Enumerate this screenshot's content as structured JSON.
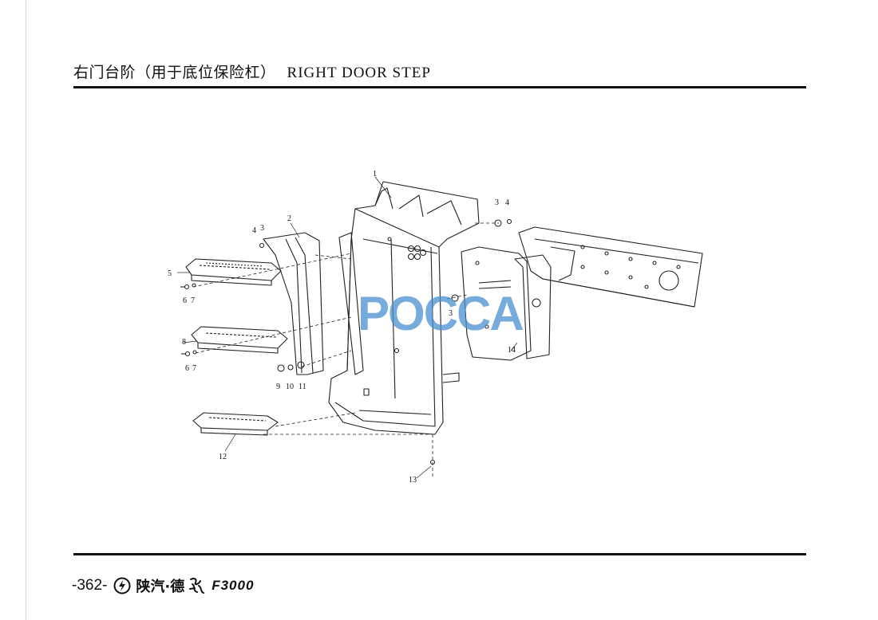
{
  "header": {
    "title_cn": "右门台阶（用于底位保险杠）",
    "title_en": "RIGHT DOOR STEP"
  },
  "diagram": {
    "callouts": [
      "1",
      "2",
      "3",
      "4",
      "4",
      "3",
      "5",
      "6",
      "7",
      "8",
      "6",
      "7",
      "9",
      "10",
      "11",
      "3",
      "12",
      "13",
      "14",
      "3"
    ],
    "watermark": "POCCA",
    "colors": {
      "watermark": "#4a8fd1",
      "line": "#222222"
    }
  },
  "footer": {
    "page": "-362-",
    "brand": "陕汽·德",
    "model": "F3000"
  }
}
